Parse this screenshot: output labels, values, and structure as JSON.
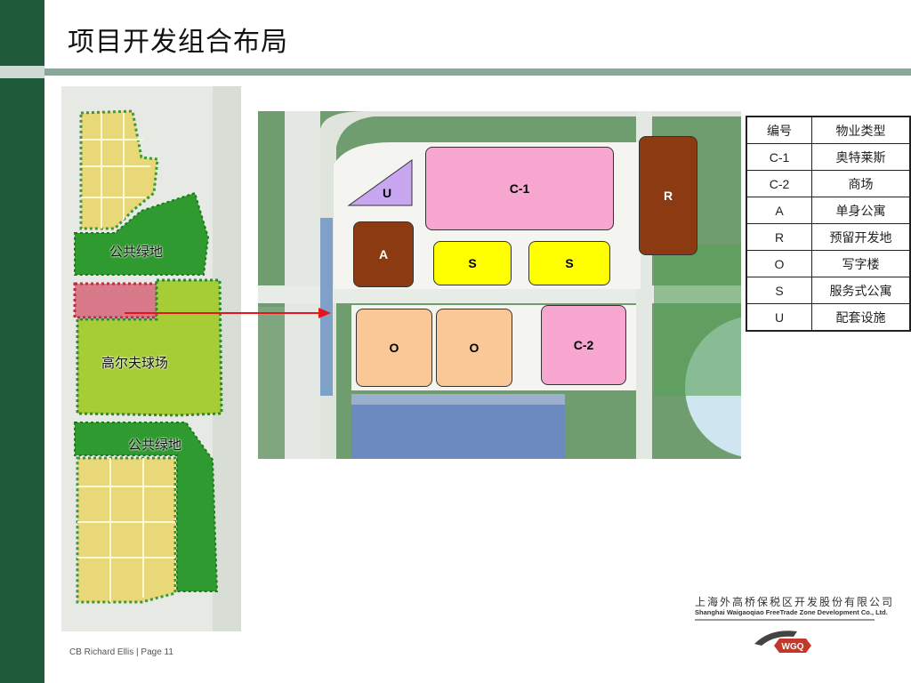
{
  "slide": {
    "title": "项目开发组合布局",
    "footer": "CB Richard Ellis | Page 11"
  },
  "left_map": {
    "labels": {
      "green_top": "公共绿地",
      "golf": "高尔夫球场",
      "green_bottom": "公共绿地"
    }
  },
  "plan": {
    "lots": {
      "u": "U",
      "c1": "C-1",
      "r": "R",
      "a": "A",
      "s1": "S",
      "s2": "S",
      "o1": "O",
      "o2": "O",
      "c2": "C-2"
    },
    "colors": {
      "u": "#c8a6f0",
      "c1": "#f7a6cf",
      "r": "#8b3a12",
      "a": "#8b3a12",
      "s": "#ffff00",
      "o": "#f9c896",
      "c2": "#f7a6cf"
    }
  },
  "legend": {
    "header": [
      "编号",
      "物业类型"
    ],
    "rows": [
      [
        "C-1",
        "奥特莱斯"
      ],
      [
        "C-2",
        "商场"
      ],
      [
        "A",
        "单身公寓"
      ],
      [
        "R",
        "预留开发地"
      ],
      [
        "O",
        "写字楼"
      ],
      [
        "S",
        "服务式公寓"
      ],
      [
        "U",
        "配套设施"
      ]
    ]
  },
  "company": {
    "name_cn": "上海外高桥保税区开发股份有限公司",
    "name_en": "Shanghai Waigaoqiao FreeTrade Zone Development Co., Ltd.",
    "logo_text": "WGQ"
  }
}
